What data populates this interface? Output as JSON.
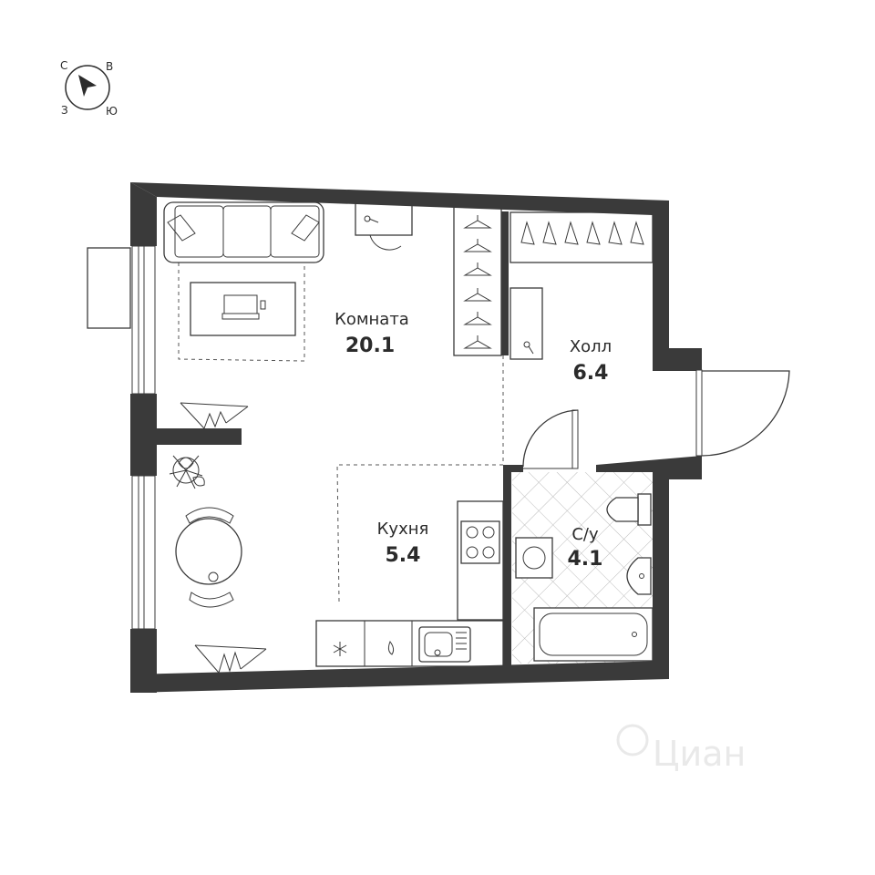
{
  "compass": {
    "north": "С",
    "east": "В",
    "west": "З",
    "south": "Ю"
  },
  "rooms": {
    "room": {
      "name": "Комната",
      "area": "20.1"
    },
    "hall": {
      "name": "Холл",
      "area": "6.4"
    },
    "kitchen": {
      "name": "Кухня",
      "area": "5.4"
    },
    "bathroom": {
      "name": "С/у",
      "area": "4.1"
    }
  },
  "watermark": {
    "text": "Циан"
  },
  "colors": {
    "wall": "#3a3a3a",
    "background": "#ffffff",
    "text": "#2b2b2b",
    "watermark": "#e9e9e9"
  }
}
